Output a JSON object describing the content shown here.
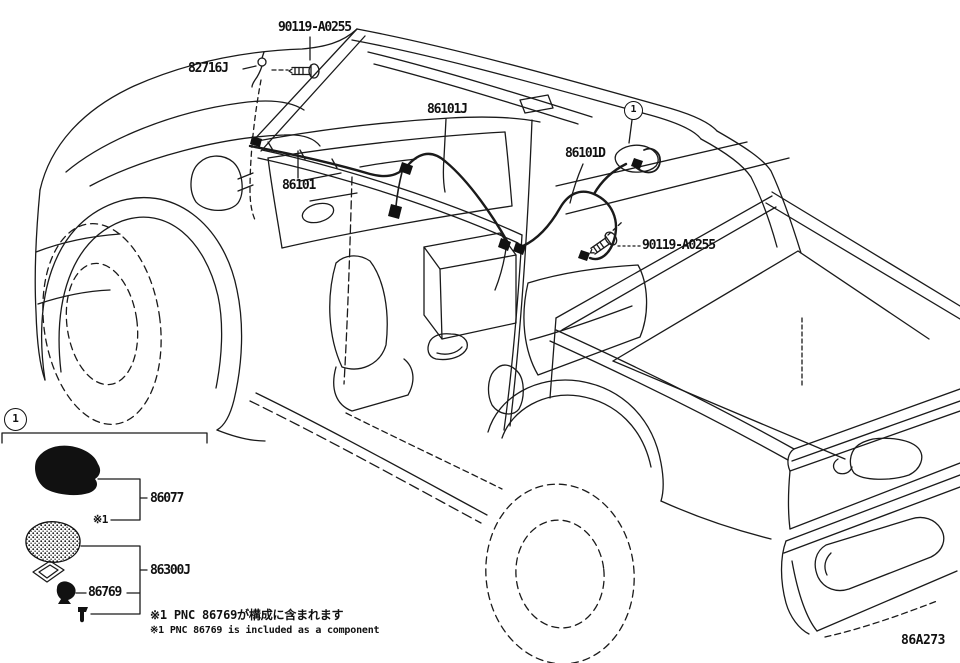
{
  "diagram": {
    "figure_code": "86A273",
    "callout_number": "1",
    "part_labels": {
      "screw_top": "90119-A0255",
      "antenna_clip": "82716J",
      "antenna_cord_sub": "86101J",
      "antenna_cord": "86101",
      "antenna_cord_rear": "86101D",
      "screw_rear": "90119-A0255",
      "antenna_cover": "86077",
      "antenna_cover_ref": "※1",
      "antenna_base": "86300J",
      "antenna_nut_kit": "86769"
    },
    "footnotes": {
      "ja": "※1 PNC 86769が構成に含まれます",
      "en": "※1 PNC 86769 is included as a component"
    },
    "colors": {
      "line": "#1a1a1a",
      "background": "#ffffff"
    }
  }
}
